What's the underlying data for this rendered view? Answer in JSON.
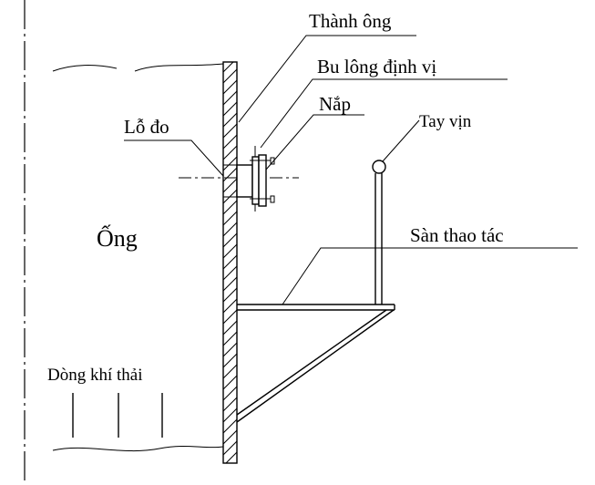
{
  "labels": {
    "pipe_wall": "Thành ông",
    "locating_bolt": "Bu lông định vị",
    "cap": "Nắp",
    "handrail": "Tay vịn",
    "measuring_hole": "Lỗ đo",
    "pipe": "Ống",
    "platform": "Sàn thao tác",
    "exhaust_flow": "Dòng khí thải"
  }
}
